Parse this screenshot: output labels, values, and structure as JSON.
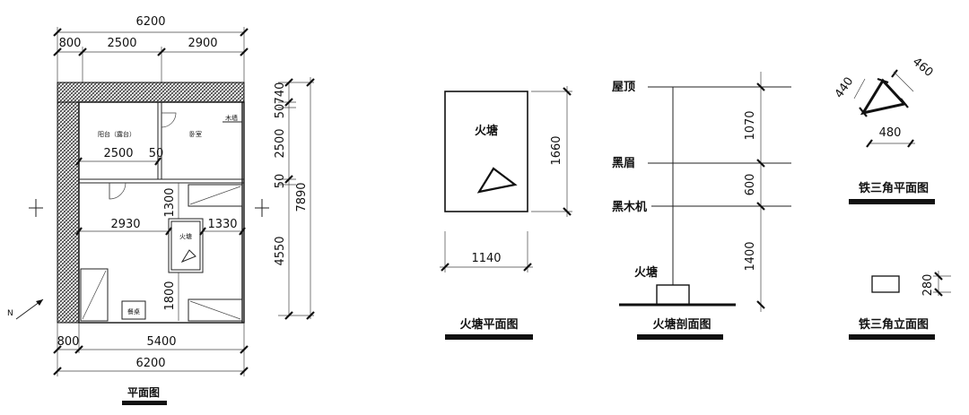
{
  "plan": {
    "title": "平面图",
    "top_total": "6200",
    "top_seg1": "800",
    "top_seg2": "2500",
    "top_seg3": "2900",
    "bottom_seg1": "800",
    "bottom_seg2": "5400",
    "bottom_total": "6200",
    "inner_balcony_width": "2500",
    "inner_50": "50",
    "inner_2930": "2930",
    "inner_1330": "1330",
    "inner_1300": "1300",
    "inner_1800": "1800",
    "right_740": "740",
    "right_50a": "50",
    "right_2500": "2500",
    "right_50b": "50",
    "right_4550": "4550",
    "right_total": "7890",
    "room_balcony": "阳台（露台）",
    "room_bedroom": "卧室",
    "room_wood": "木墙",
    "room_fire": "火塘",
    "room_dining": "餐桌",
    "north": "N"
  },
  "fire_plan": {
    "title": "火塘平面图",
    "label": "火塘",
    "height_dim": "1660",
    "width_dim": "1140"
  },
  "section": {
    "title": "火塘剖面图",
    "roof": "屋顶",
    "beam": "黑眉",
    "frame": "黑木机",
    "hearth": "火塘",
    "d1": "1070",
    "d2": "600",
    "d3": "1400"
  },
  "tripod_plan": {
    "title": "铁三角平面图",
    "d440": "440",
    "d460": "460",
    "d480": "480"
  },
  "tripod_elev": {
    "title": "铁三角立面图",
    "d280": "280"
  }
}
